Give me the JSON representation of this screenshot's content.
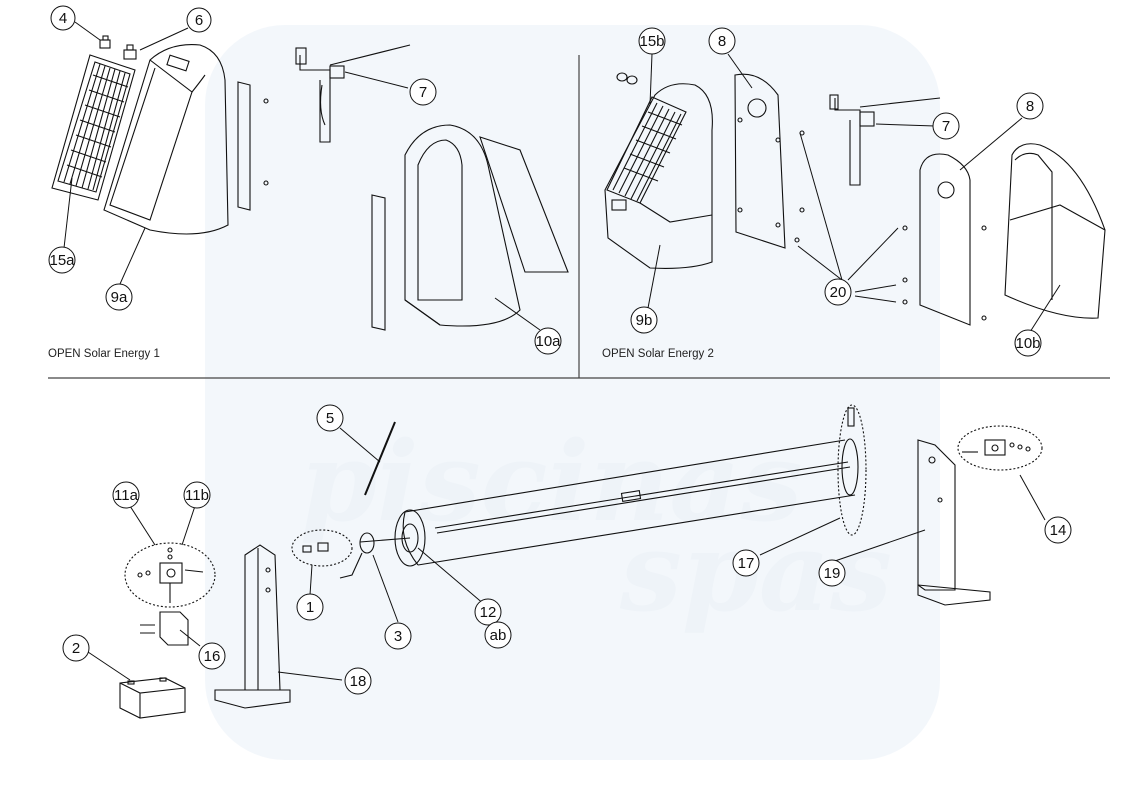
{
  "diagram": {
    "sections": [
      {
        "id": "top-left",
        "label": "OPEN Solar Energy 1"
      },
      {
        "id": "top-right",
        "label": "OPEN Solar Energy 2"
      }
    ],
    "callouts": {
      "c4": "4",
      "c6": "6",
      "c7a": "7",
      "c15a": "15a",
      "c9a": "9a",
      "c10a": "10a",
      "c15b": "15b",
      "c8a": "8",
      "c7b": "7",
      "c8b": "8",
      "c20": "20",
      "c9b": "9b",
      "c10b": "10b",
      "c5": "5",
      "c11a": "11a",
      "c11b": "11b",
      "c1": "1",
      "c3": "3",
      "c12": "12",
      "cab": "ab",
      "c17": "17",
      "c19": "19",
      "c14": "14",
      "c2": "2",
      "c16": "16",
      "c18": "18"
    },
    "watermark": {
      "line1": "piscinas",
      "line2": "spas"
    },
    "colors": {
      "line": "#111111",
      "watermark": "#e6eef6",
      "background": "#ffffff"
    }
  }
}
